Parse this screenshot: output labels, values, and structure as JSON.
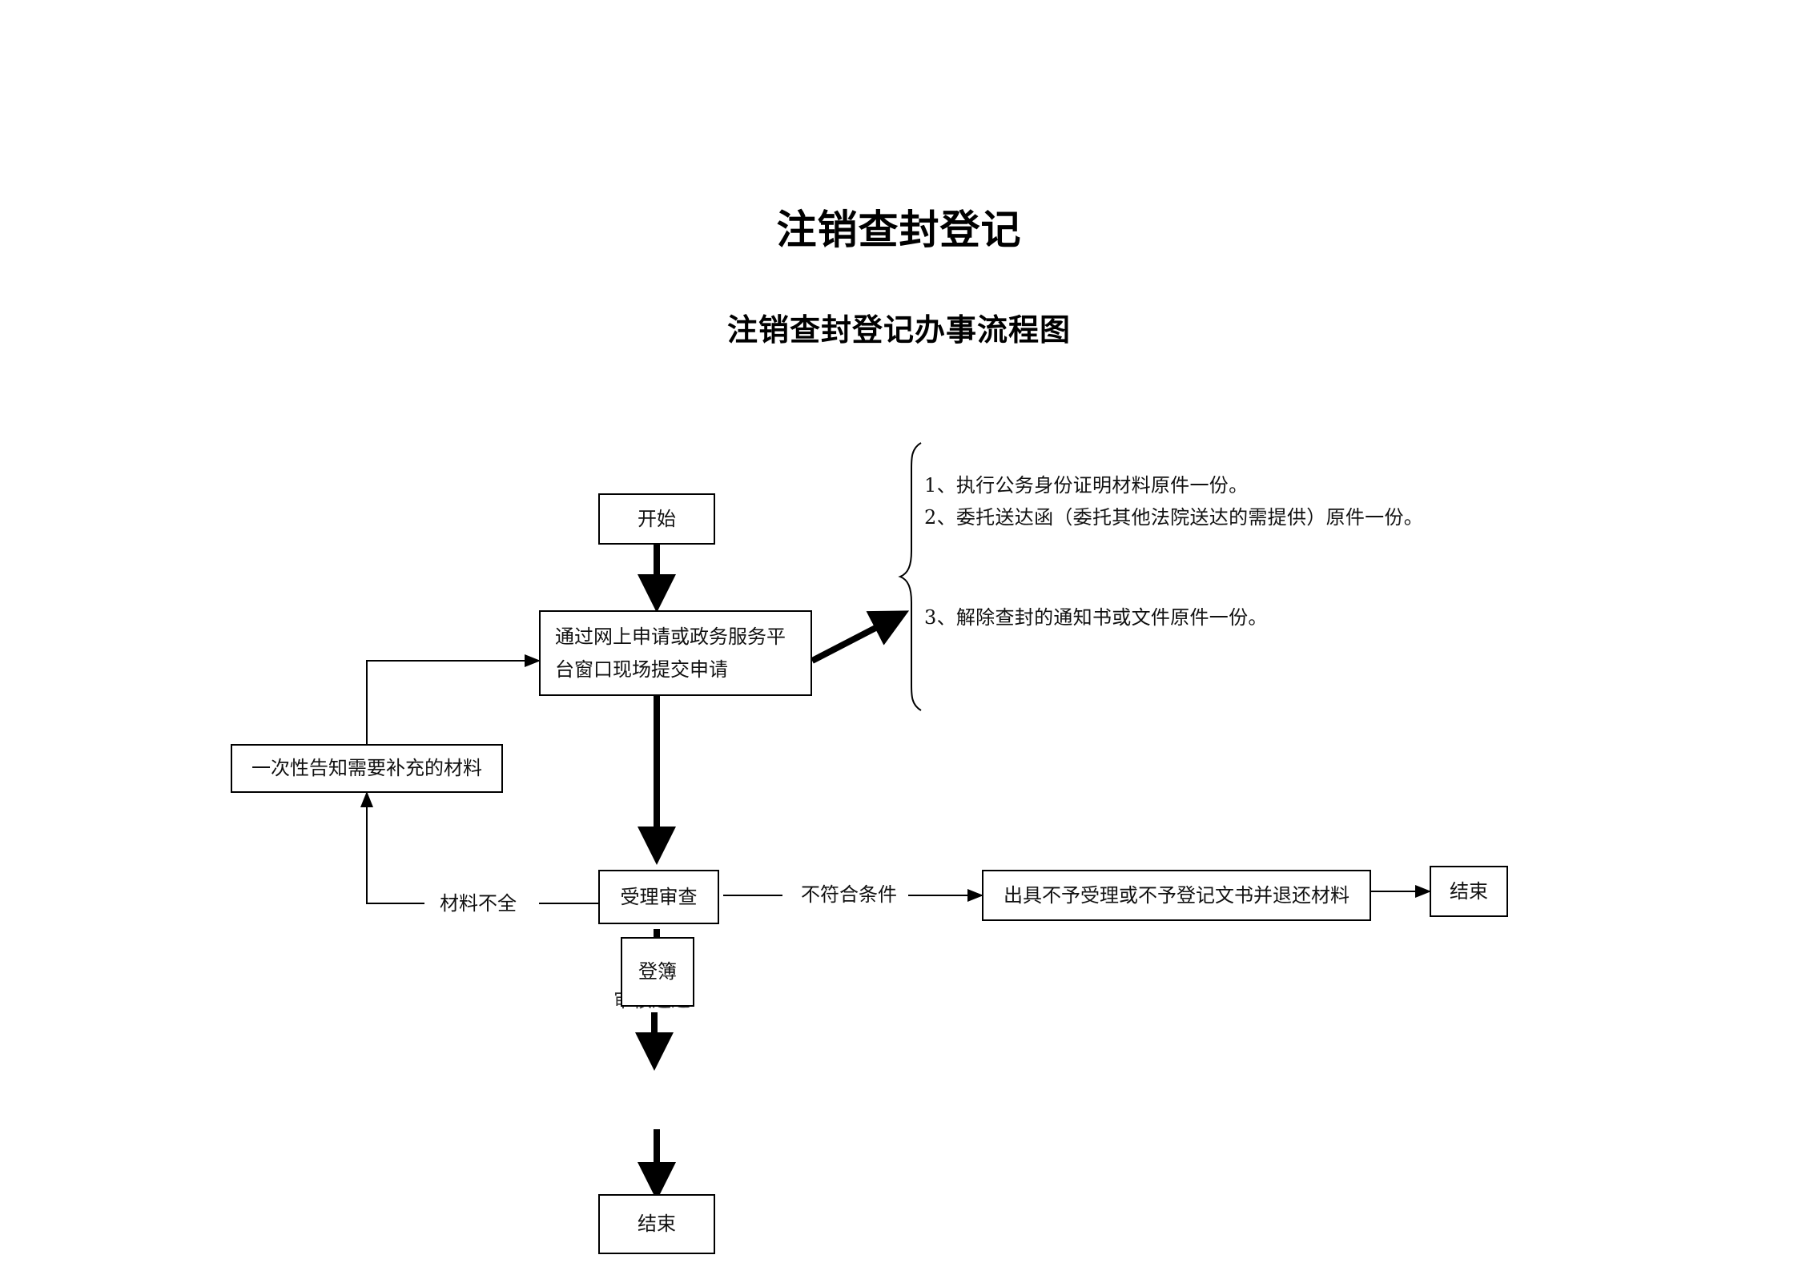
{
  "title": "注销查封登记",
  "subtitle": "注销查封登记办事流程图",
  "nodes": {
    "start": "开始",
    "submit_line1": "通过网上申请或政务服务平",
    "submit_line2": "台窗口现场提交申请",
    "notify": "一次性告知需要补充的材料",
    "review": "受理审查",
    "reject": "出具不予受理或不予登记文书并退还材料",
    "end_right": "结束",
    "register": "登簿",
    "end_bottom": "结束"
  },
  "labels": {
    "incomplete": "材料不全",
    "not_qualified": "不符合条件",
    "review_passed": "审核通过"
  },
  "requirements": [
    "1、执行公务身份证明材料原件一份。",
    "2、委托送达函（委托其他法院送达的需提供）原件一份。",
    "3、解除查封的通知书或文件原件一份。"
  ]
}
